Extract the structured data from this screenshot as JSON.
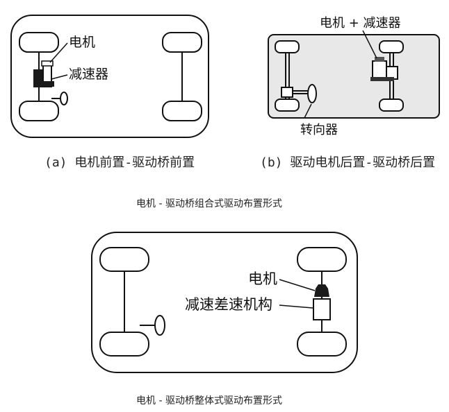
{
  "diagram_a": {
    "motor_label": "电机",
    "reducer_label": "减速器",
    "caption": "(a) 电机前置-驱动桥前置"
  },
  "diagram_b": {
    "motor_reducer_label": "电机 + 减速器",
    "steering_label": "转向器",
    "caption": "(b) 驱动电机后置-驱动桥后置"
  },
  "section1_title": "电机 - 驱动桥组合式驱动布置形式",
  "diagram_c": {
    "motor_label": "电机",
    "mechanism_label": "减速差速机构"
  },
  "section2_title": "电机 - 驱动桥整体式驱动布置形式",
  "colors": {
    "line": "#111111",
    "panel_b_fill": "#e8e8e8",
    "component_dark": "#1a1a1a"
  }
}
